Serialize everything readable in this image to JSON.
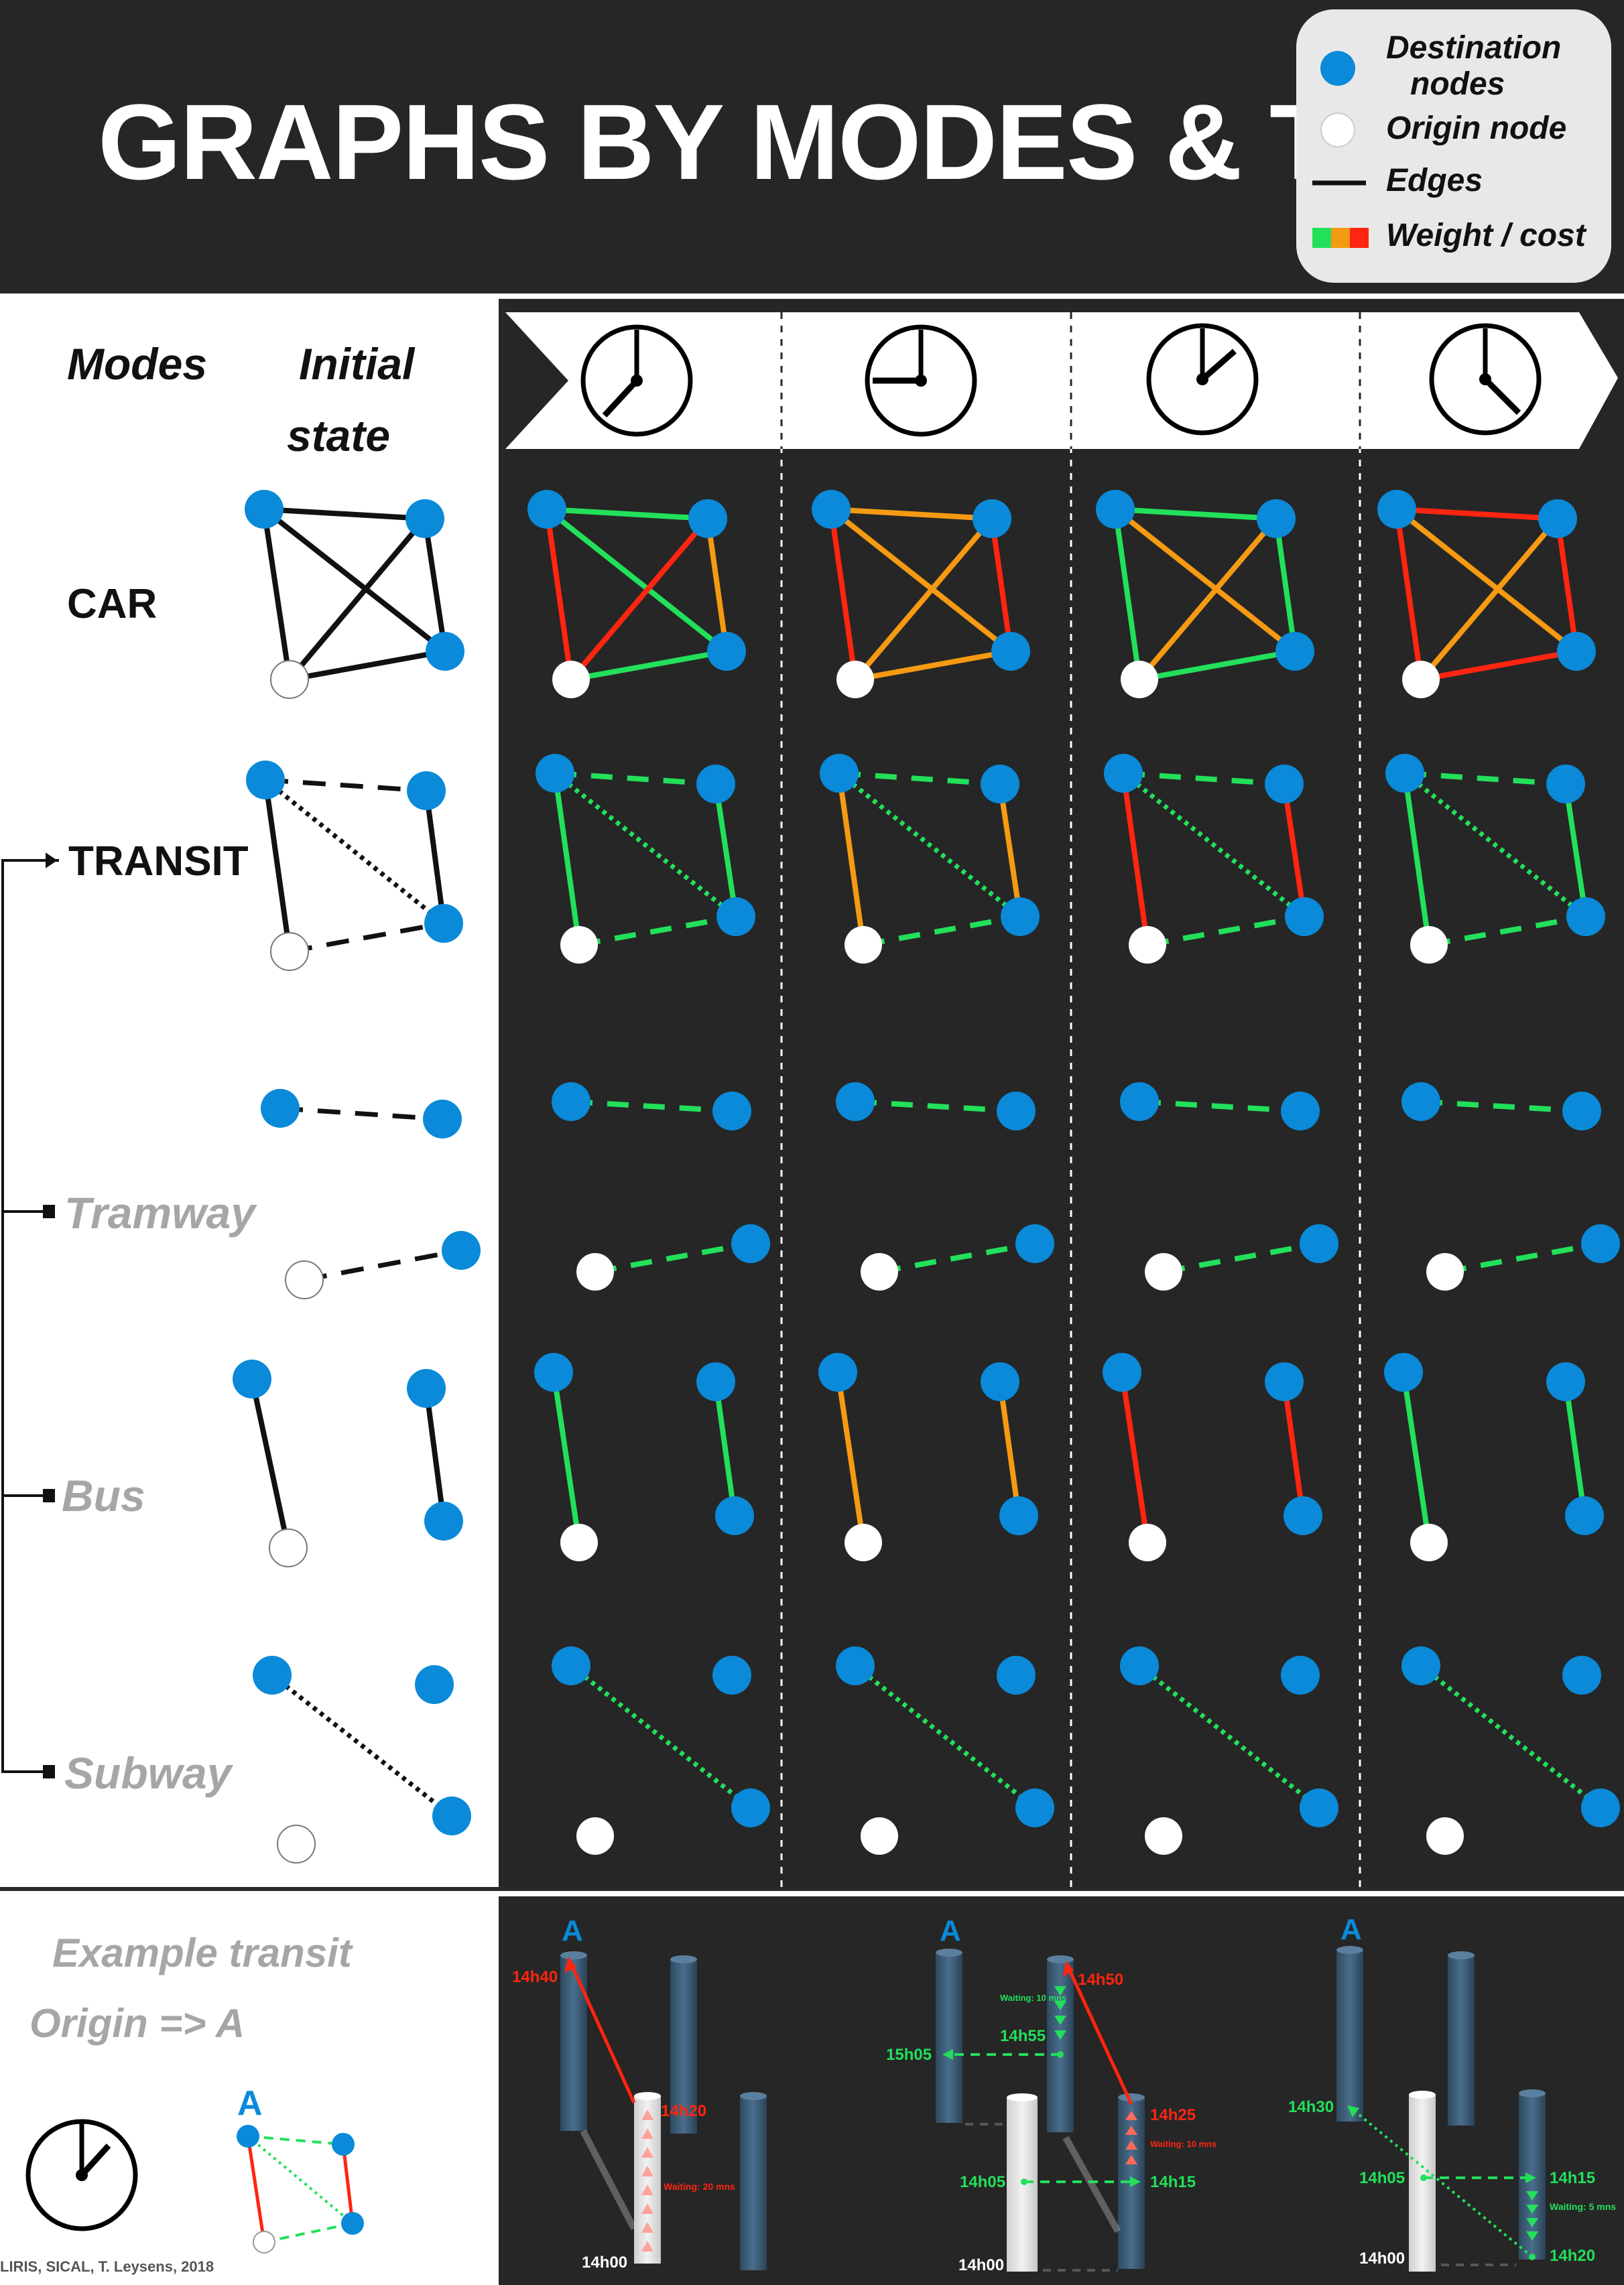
{
  "title": "GRAPHS BY MODES & TIMES",
  "legend": {
    "destination": "Destination nodes",
    "destination_line1": "Destination",
    "destination_line2": "nodes",
    "origin": "Origin node",
    "edges": "Edges",
    "weight": "Weight / cost"
  },
  "headers": {
    "modes": "Modes",
    "initial_line1": "Initial",
    "initial_line2": "state"
  },
  "modes": {
    "car": "CAR",
    "transit": "TRANSIT",
    "tramway": "Tramway",
    "bus": "Bus",
    "subway": "Subway"
  },
  "clock_times": [
    "~7h",
    "9h",
    "~1h",
    "~4h30"
  ],
  "example": {
    "title": "Example transit",
    "subtitle": "Origin => A",
    "label_a": "A",
    "panels": [
      {
        "times": [
          "14h40",
          "14h20",
          "14h00"
        ],
        "waiting": "Waiting: 20 mns"
      },
      {
        "times": [
          "14h50",
          "15h05",
          "14h55",
          "14h25",
          "14h05",
          "14h15",
          "14h00"
        ],
        "waiting_top": "Waiting: 10 mns",
        "waiting_mid": "Waiting: 10 mns"
      },
      {
        "times": [
          "14h30",
          "14h05",
          "14h15",
          "14h20",
          "14h00"
        ],
        "waiting": "Waiting: 5 mns"
      }
    ]
  },
  "credit": "LIRIS, SICAL, T. Leysens, 2018",
  "colors": {
    "background_dark": "#262626",
    "destination_node": "#0a8ad8",
    "origin_node": "#ffffff",
    "weight_low": "#22e05a",
    "weight_mid": "#f59a12",
    "weight_high": "#ff2510",
    "edge_default": "#111111",
    "subtitle_gray": "#a6a6a6"
  }
}
